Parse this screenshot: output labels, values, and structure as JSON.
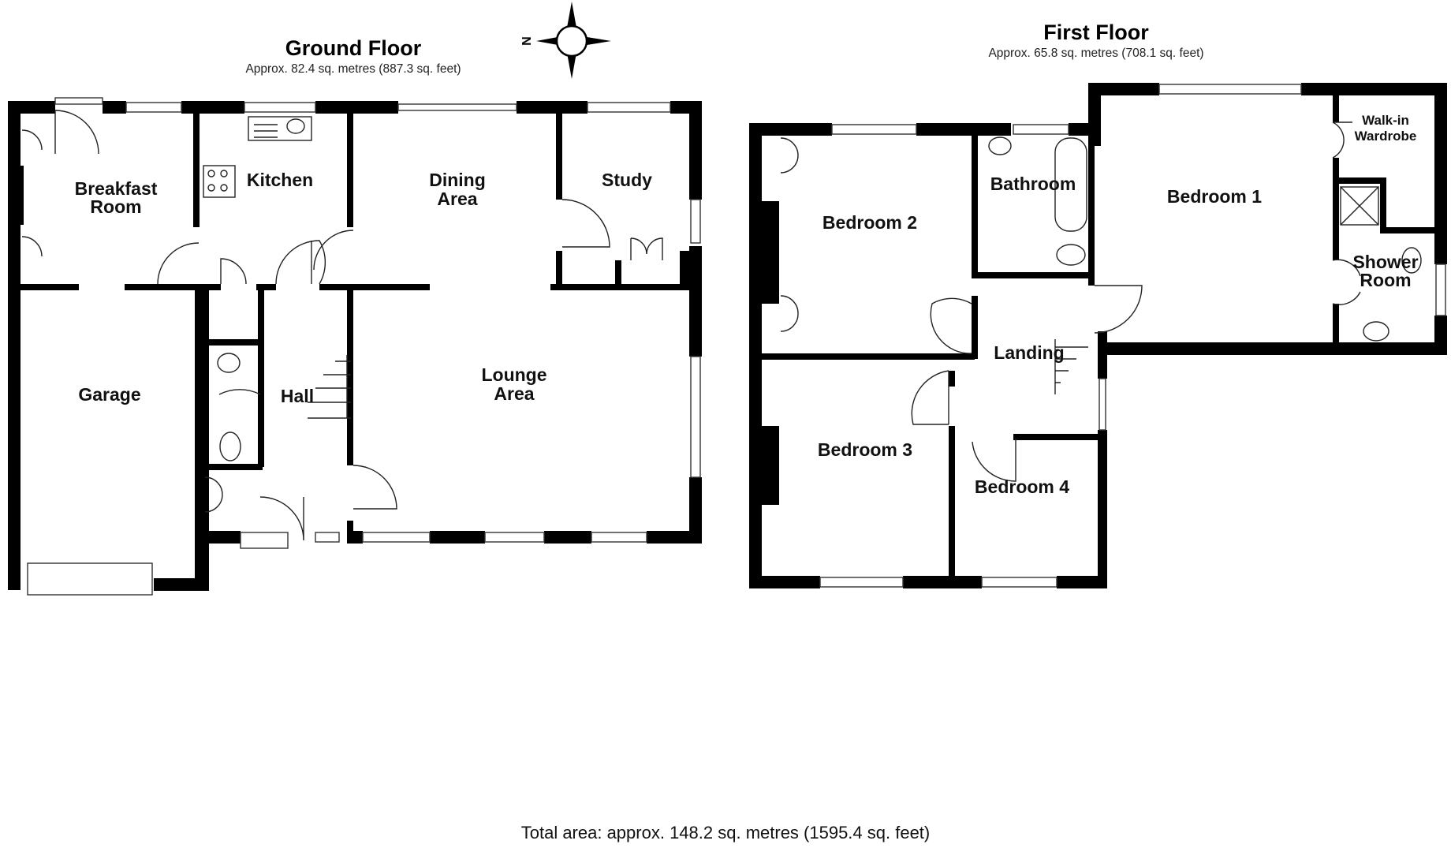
{
  "ground_floor": {
    "title": "Ground Floor",
    "area": "Approx. 82.4 sq. metres (887.3 sq. feet)",
    "rooms": {
      "breakfast_room_1": "Breakfast",
      "breakfast_room_2": "Room",
      "kitchen": "Kitchen",
      "dining_area_1": "Dining",
      "dining_area_2": "Area",
      "study": "Study",
      "garage": "Garage",
      "hall": "Hall",
      "lounge_area_1": "Lounge",
      "lounge_area_2": "Area"
    }
  },
  "first_floor": {
    "title": "First Floor",
    "area": "Approx. 65.8 sq. metres (708.1 sq. feet)",
    "rooms": {
      "bedroom_1": "Bedroom 1",
      "bedroom_2": "Bedroom 2",
      "bedroom_3": "Bedroom 3",
      "bedroom_4": "Bedroom 4",
      "bathroom": "Bathroom",
      "landing": "Landing",
      "walk_in_wardrobe_1": "Walk-in",
      "walk_in_wardrobe_2": "Wardrobe",
      "shower_room_1": "Shower",
      "shower_room_2": "Room"
    }
  },
  "compass": {
    "label": "N"
  },
  "total_area": "Total area: approx. 148.2 sq. metres (1595.4 sq. feet)",
  "colors": {
    "walls": "#000000",
    "background": "#ffffff",
    "fixtures": "#222222"
  }
}
